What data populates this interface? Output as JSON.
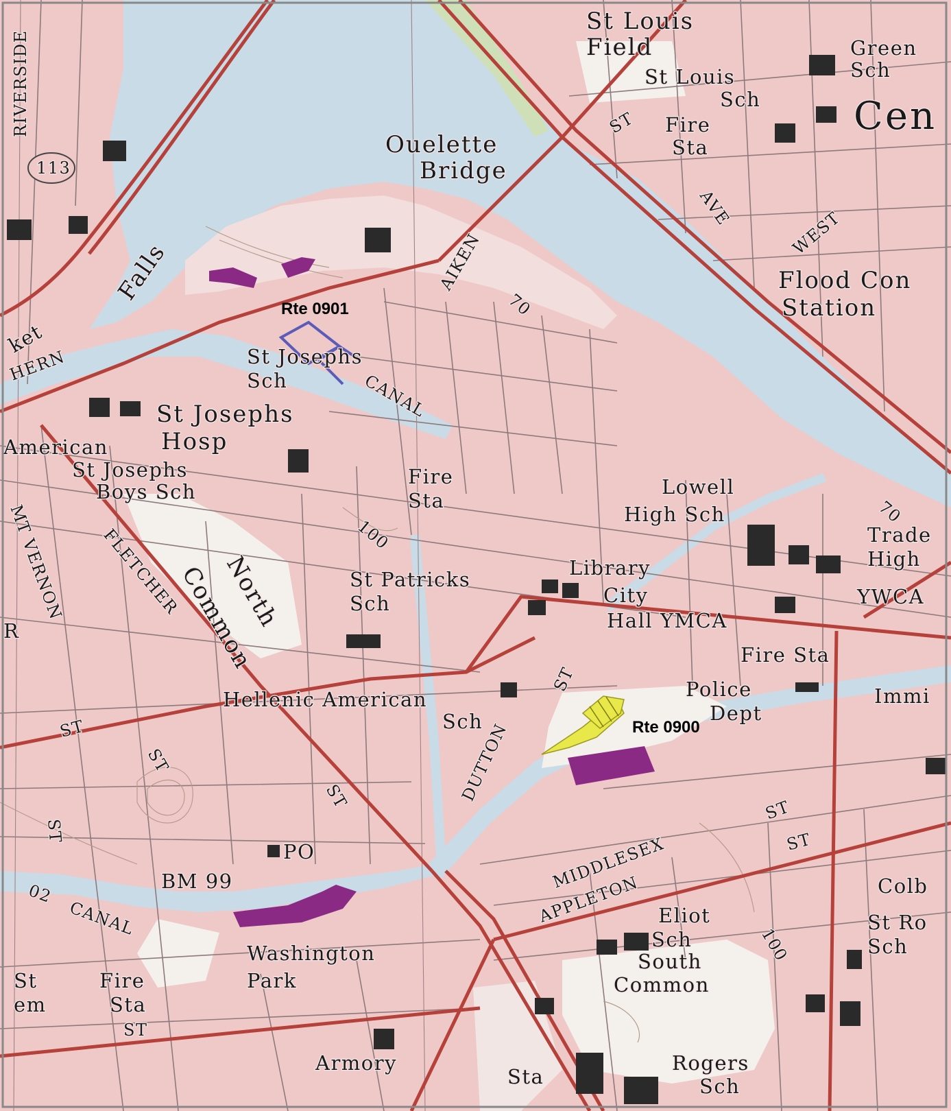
{
  "map": {
    "colors": {
      "land": "#efc8c8",
      "water": "#c8dbe6",
      "park": "#f4f0ec",
      "major_road": "#b5413a",
      "minor_road": "#8d7a7c",
      "building": "#2a2a2a",
      "industrial": "#8a2a84",
      "rte_0901": "#5b5bb8",
      "rte_0900": "#e8e84a"
    },
    "routes": {
      "rte_0901": "Rte 0901",
      "rte_0900": "Rte 0900"
    },
    "labels": {
      "st_louis": "St Louis",
      "field": "Field",
      "st_louis_sch_1": "St Louis",
      "st_louis_sch_2": "Sch",
      "green": "Green",
      "green_sch": "Sch",
      "cen": "Cen",
      "st_near_fire": "ST",
      "fire": "Fire",
      "sta": "Sta",
      "ouelette": "Ouelette",
      "bridge": "Bridge",
      "ave": "AVE",
      "west": "WEST",
      "flood_con": "Flood Con",
      "station": "Station",
      "riverside": "RIVERSIDE",
      "route_113": "113",
      "falls": "Falls",
      "aiken": "AIKEN",
      "contour_70": "70",
      "st_josephs_sch_1": "St Josephs",
      "st_josephs_sch_2": "Sch",
      "canal_upper": "CANAL",
      "ket": "ket",
      "hern": "HERN",
      "st_josephs_hosp_1": "St Josephs",
      "american": "American",
      "hosp": "Hosp",
      "st_josephs_boys_1": "St Josephs",
      "boys_sch": "Boys Sch",
      "fire_sta_2_1": "Fire",
      "fire_sta_2_2": "Sta",
      "lowell": "Lowell",
      "high_sch": "High Sch",
      "contour_70b": "70",
      "trade": "Trade",
      "high_right": "High",
      "ywca": "YWCA",
      "mt_vernon": "MT VERNON",
      "fletcher": "FLETCHER",
      "north": "North",
      "common": "Common",
      "st_patricks_1": "St Patricks",
      "st_patricks_2": "Sch",
      "library": "Library",
      "city": "City",
      "hall_ymca": "Hall YMCA",
      "r_left": "R",
      "fire_sta_3": "Fire Sta",
      "police": "Police",
      "dept": "Dept",
      "immi": "Immi",
      "hellenic": "Hellenic American",
      "hellenic_sch": "Sch",
      "dutton": "DUTTON",
      "st_dutton": "ST",
      "st_a": "ST",
      "st_b": "ST",
      "st_c": "ST",
      "st_d": "ST",
      "st_e": "ST",
      "st_f": "ST",
      "po": "PO",
      "bm": "BM 99",
      "canal_lower": "CANAL",
      "n02": "02",
      "middlesex": "MIDDLESEX",
      "appleton": "APPLETON",
      "eliot": "Eliot",
      "eliot_sch": "Sch",
      "south": "South",
      "common_south": "Common",
      "colb": "Colb",
      "st_ro": "St Ro",
      "st_ro_sch": "Sch",
      "washington": "Washington",
      "park": "Park",
      "st_left": "St",
      "em": "em",
      "fire_sta_4_1": "Fire",
      "fire_sta_4_2": "Sta",
      "st_bottom": "ST",
      "armory": "Armory",
      "sta_bottom": "Sta",
      "rogers": "Rogers",
      "rogers_sch": "Sch",
      "contour_100": "100",
      "contour_100b": "100"
    }
  }
}
